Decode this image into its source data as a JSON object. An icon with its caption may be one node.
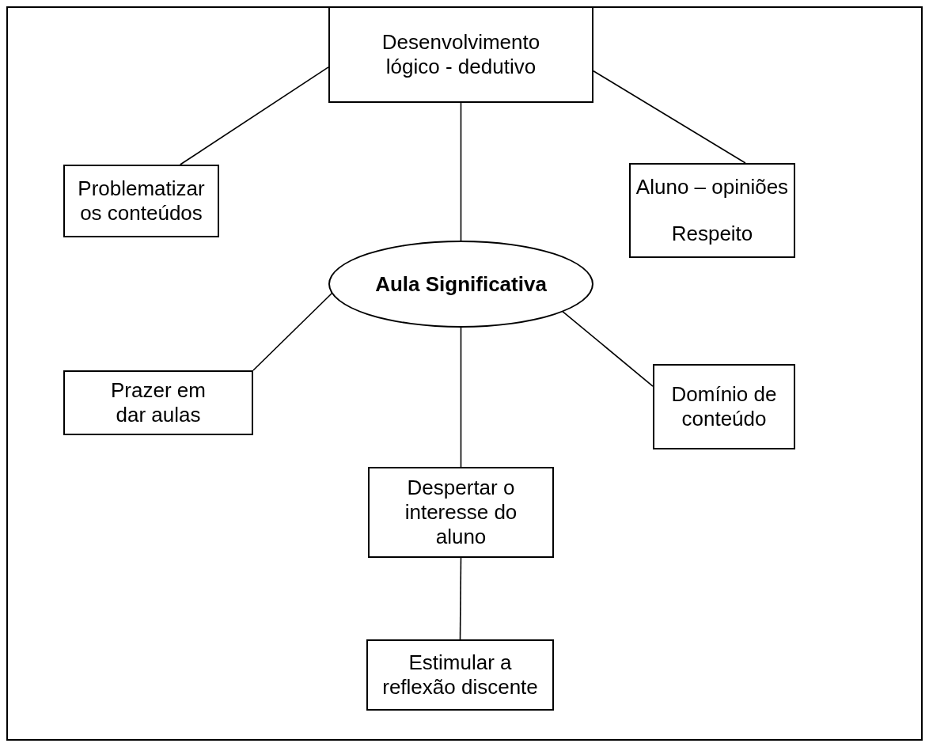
{
  "diagram": {
    "nodes": [
      {
        "text": [
          "Desenvolvimento lógico - dedutivo"
        ]
      },
      {
        "text": [
          "Problematizar os conteúdos"
        ]
      },
      {
        "text": [
          "Aluno – opiniões",
          "Respeito"
        ]
      },
      {
        "text": [
          "Aula Significativa"
        ]
      },
      {
        "text": [
          "Prazer em dar aulas"
        ]
      },
      {
        "text": [
          "Domínio de conteúdo"
        ]
      },
      {
        "text": [
          "Despertar o interesse do aluno"
        ]
      },
      {
        "text": [
          "Estimular a reflexão discente"
        ]
      }
    ],
    "edges": [
      {
        "from": 0,
        "to": 1,
        "arrow": "none"
      },
      {
        "from": 0,
        "to": 3,
        "arrow": "none"
      },
      {
        "from": 0,
        "to": 2,
        "arrow": "none"
      },
      {
        "from": 3,
        "to": 4,
        "arrow": "none"
      },
      {
        "from": 3,
        "to": 5,
        "arrow": "none"
      },
      {
        "from": 3,
        "to": 6,
        "arrow": "none"
      },
      {
        "from": 6,
        "to": 7,
        "arrow": "none"
      }
    ]
  }
}
